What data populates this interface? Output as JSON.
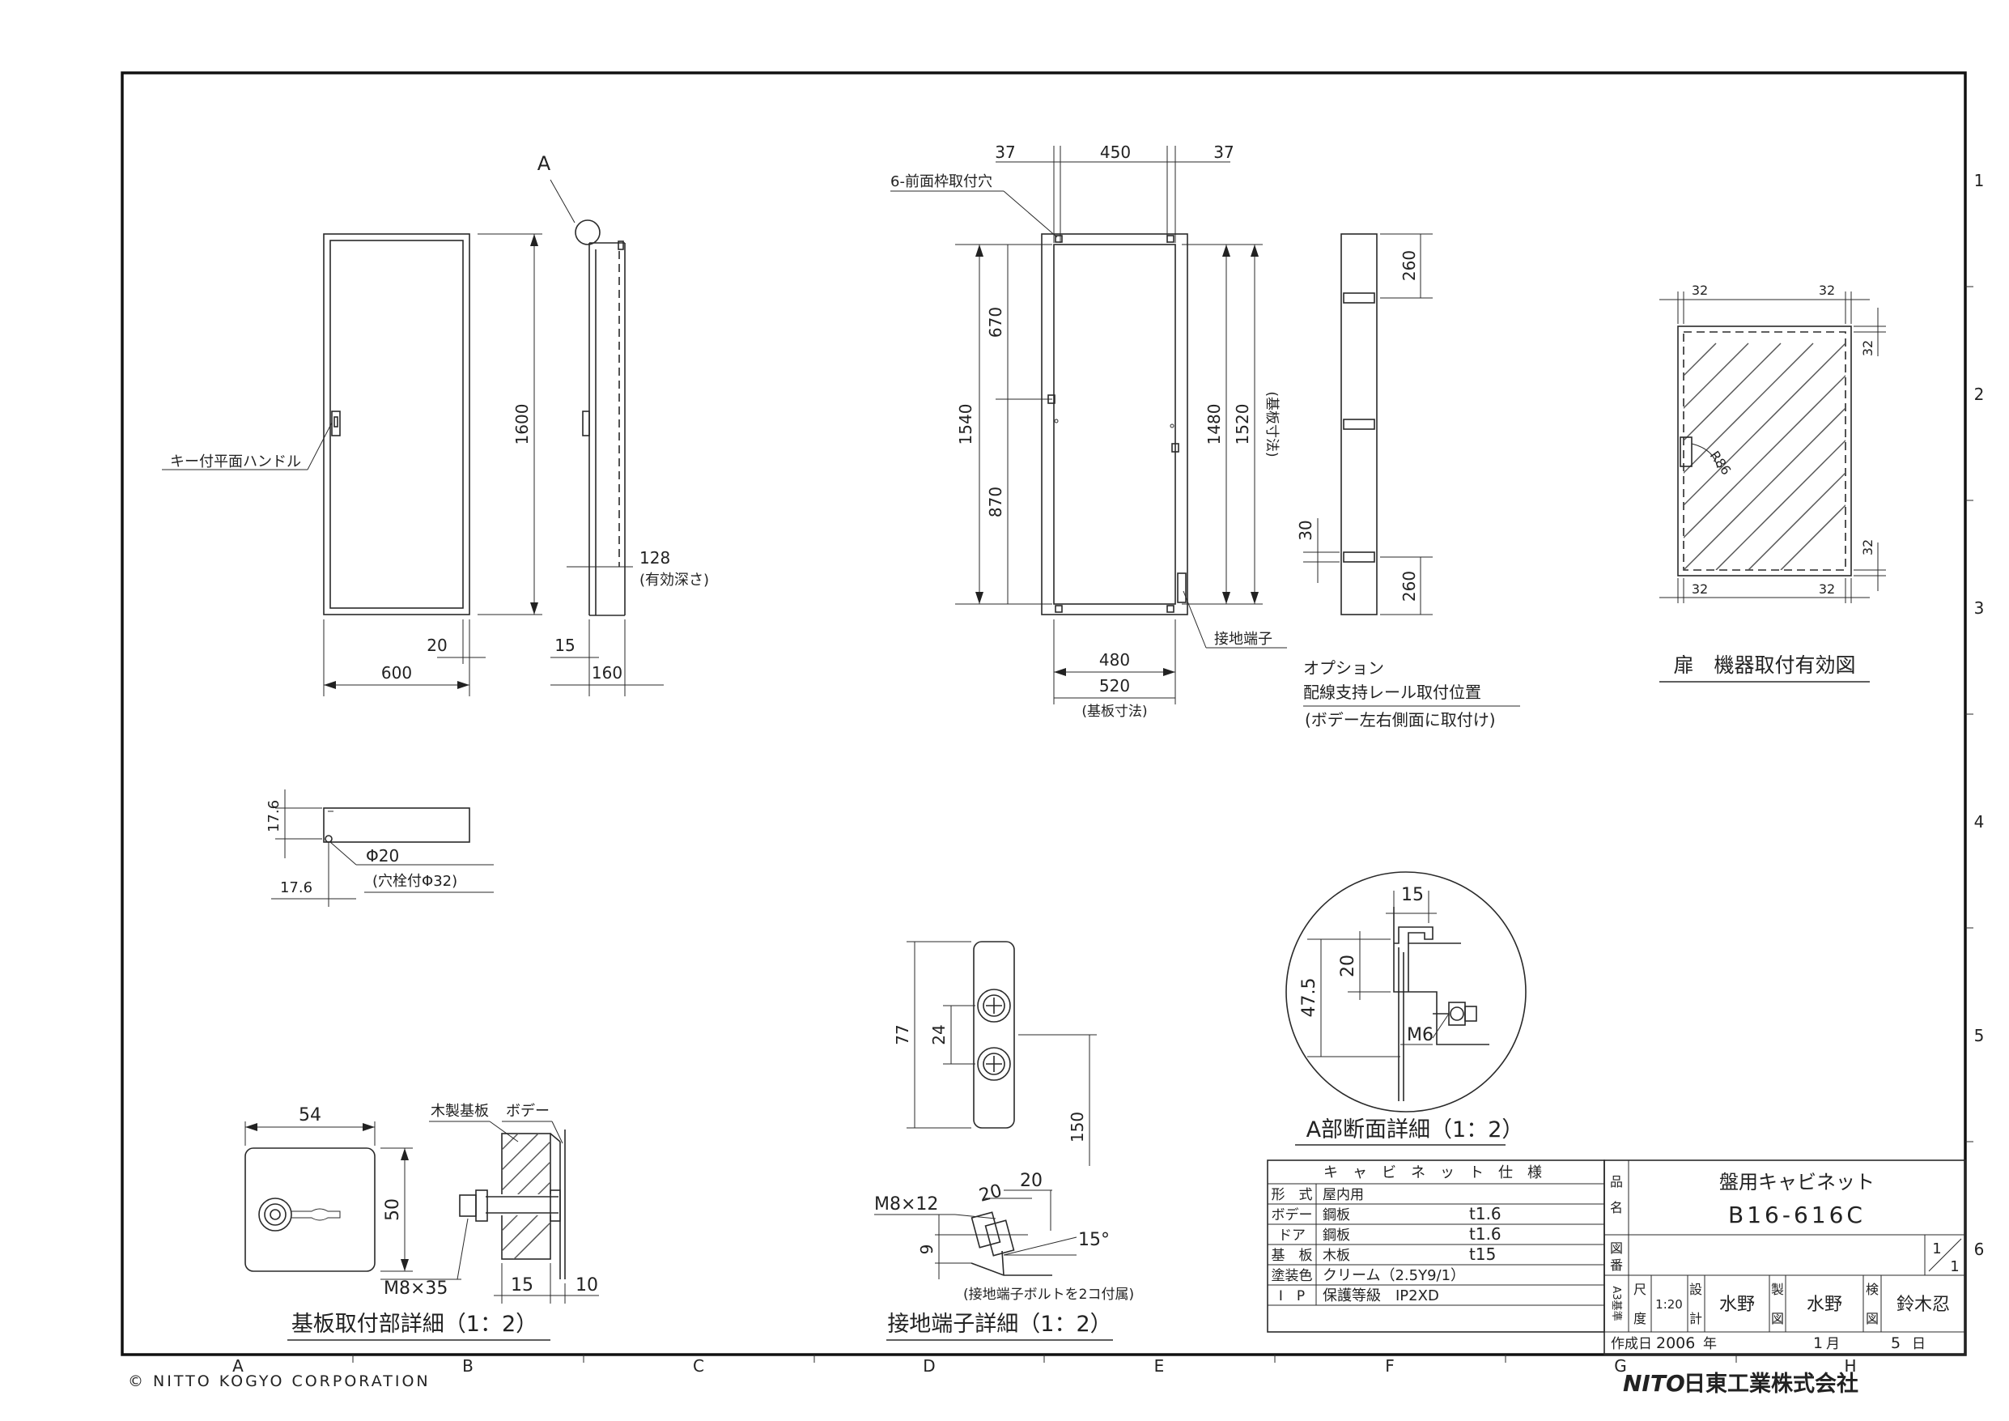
{
  "door_view": {
    "dim_height": "1600",
    "dim_width": "600",
    "dim_20": "20",
    "label_handle": "キー付平面ハンドル"
  },
  "side_view": {
    "marker_a": "A",
    "dim_128": "128",
    "depth_note": "(有効深さ)",
    "dim_15": "15",
    "dim_160": "160"
  },
  "body_view": {
    "dim_37_left": "37",
    "dim_450": "450",
    "dim_37_right": "37",
    "label_holes": "6-前面枠取付穴",
    "dim_1540": "1540",
    "dim_670": "670",
    "dim_870": "870",
    "dim_1480": "1480",
    "dim_1520": "1520",
    "plate_note": "(基板寸法)",
    "dim_480": "480",
    "dim_520": "520",
    "plate_note_bottom": "(基板寸法)",
    "label_ground": "接地端子"
  },
  "rail_view": {
    "dim_260_top": "260",
    "dim_30": "30",
    "dim_260_bottom": "260",
    "caption_1": "オプション",
    "caption_2": "配線支持レール取付位置",
    "caption_3": "(ボデー左右側面に取付け)"
  },
  "door_panel": {
    "dim_32_tl": "32",
    "dim_32_tr": "32",
    "dim_32_rt": "32",
    "dim_32_rb": "32",
    "dim_32_bl": "32",
    "dim_32_br": "32",
    "label_r": "R86",
    "title": "扉　機器取付有効図"
  },
  "small_view": {
    "dim_176_v": "17.6",
    "dim_176_h": "17.6",
    "dim_phi20": "Φ20",
    "phi_note": "(穴栓付Φ32)"
  },
  "terminal_front": {
    "dim_77": "77",
    "dim_24": "24",
    "dim_150": "150"
  },
  "section_a": {
    "dim_15": "15",
    "dim_20": "20",
    "dim_475": "47.5",
    "label_m6": "M6",
    "title": "A部断面詳細（1：2）"
  },
  "plate_detail": {
    "dim_54": "54",
    "dim_50": "50",
    "label_wood": "木製基板",
    "label_body": "ボデー",
    "label_m8": "M8×35",
    "dim_15": "15",
    "dim_10": "10",
    "title": "基板取付部詳細（1：2）"
  },
  "terminal_detail": {
    "label_m8": "M8×12",
    "dim_20_a": "20",
    "dim_20_b": "20",
    "dim_9": "9",
    "angle": "15°",
    "note": "(接地端子ボルトを2コ付属)",
    "title": "接地端子詳細（1：2）"
  },
  "spec_table": {
    "header": "キ　ャ　ビ　ネ　ッ　ト　仕　様",
    "rows": [
      {
        "label": "形　式",
        "value": "屋内用",
        "thick": ""
      },
      {
        "label": "ボデー",
        "value": "鋼板",
        "thick": "t1.6"
      },
      {
        "label": "ドア",
        "value": "鋼板",
        "thick": "t1.6"
      },
      {
        "label": "基　板",
        "value": "木板",
        "thick": "t15"
      },
      {
        "label": "塗装色",
        "value": "クリーム（2.5Y9/1）",
        "thick": ""
      },
      {
        "label": "I　P",
        "value": "保護等級　IP2XD",
        "thick": ""
      }
    ]
  },
  "title_block": {
    "name_label_1": "品",
    "name_label_2": "名",
    "product_name": "盤用キャビネット",
    "model": "B16-616C",
    "no_label_1": "図",
    "no_label_2": "番",
    "sheet_num": "1",
    "sheet_den": "1",
    "a3_label": "A3基準",
    "scale_label_1": "尺",
    "scale_label_2": "度",
    "scale": "1:20",
    "design_label_1": "設",
    "design_label_2": "計",
    "designer": "水野",
    "draw_label_1": "製",
    "draw_label_2": "図",
    "drafter": "水野",
    "check_label_1": "検",
    "check_label_2": "図",
    "checker": "鈴木忍",
    "date_label": "作成日",
    "date_year": "2006",
    "year_unit": "年",
    "date_month": "1",
    "month_unit": "月",
    "date_day": "5",
    "day_unit": "日"
  },
  "frame": {
    "cols": [
      "A",
      "B",
      "C",
      "D",
      "E",
      "F",
      "G",
      "H"
    ],
    "rows": [
      "1",
      "2",
      "3",
      "4",
      "5",
      "6"
    ],
    "copyright": "© NITTO KOGYO CORPORATION",
    "logo_mark": "NITO",
    "logo_text": "日東工業株式会社"
  }
}
